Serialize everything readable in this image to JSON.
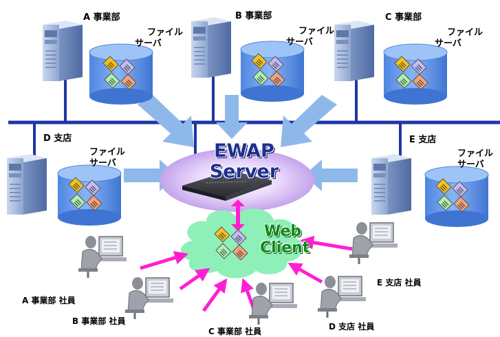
{
  "divisions": [
    {
      "name": "A 事業部",
      "server": "ファイルサーバ"
    },
    {
      "name": "B 事業部",
      "server": "ファイルサーバ"
    },
    {
      "name": "C 事業部",
      "server": "ファイルサーバ"
    }
  ],
  "branches": [
    {
      "name": "D 支店",
      "server": "ファイルサーバ"
    },
    {
      "name": "E 支店",
      "server": "ファイルサーバ"
    }
  ],
  "central": {
    "line1": "EWAP",
    "line2": "Server"
  },
  "client": {
    "line1": "Web",
    "line2": "Client"
  },
  "employees": [
    "A 事業部 社員",
    "B 事業部 社員",
    "C 事業部 社員",
    "D 支店 社員",
    "E 支店 社員"
  ],
  "colors": {
    "network_line": "#1f35a8",
    "arrow_blue": "#8fb8ea",
    "arrow_magenta": "#ff1fd2",
    "cloud": "#8ef0b8",
    "ellipse": "#c6a6ee",
    "server_body": "#9fb6da",
    "cylinder": "#5f98ec",
    "doc_yellow": "#f3c21d",
    "doc_lavender": "#c4bcf2",
    "doc_green": "#b0efb0",
    "doc_orange": "#f4a27a"
  }
}
